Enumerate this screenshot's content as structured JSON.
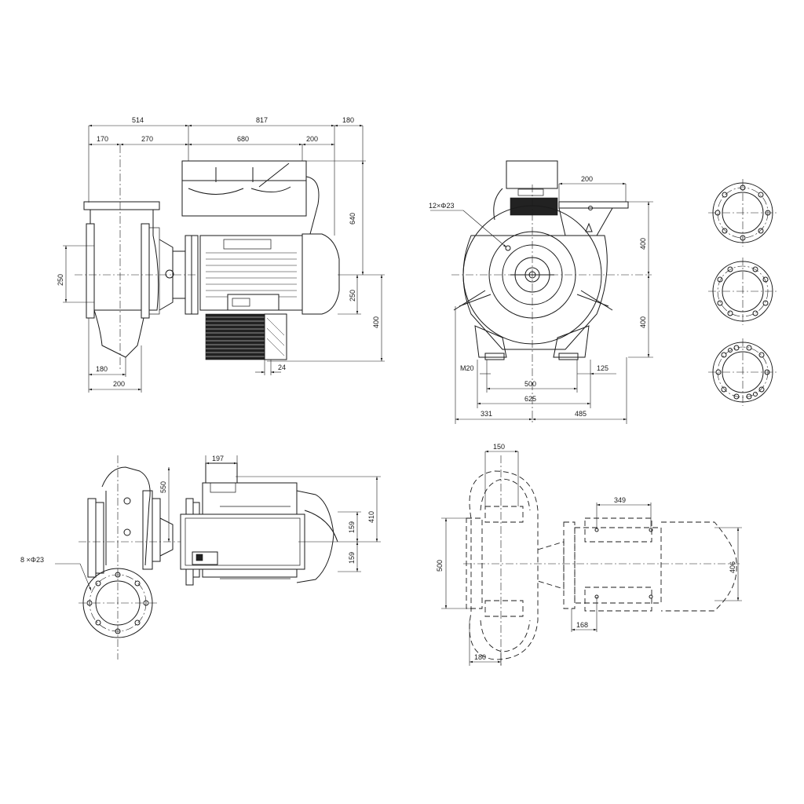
{
  "dims": {
    "top_left": {
      "d514": "514",
      "d817": "817",
      "d180_top": "180",
      "d170": "170",
      "d270": "270",
      "d680": "680",
      "d200_top": "200",
      "d640": "640",
      "d250_right": "250",
      "d400_right": "400",
      "d250_left": "250",
      "d180_bottom": "180",
      "d200_bottom": "200",
      "d24": "24"
    },
    "top_right": {
      "holes": "12×Φ23",
      "d200": "200",
      "d400_upper": "400",
      "d400_lower": "400",
      "thread": "M20",
      "d125": "125",
      "d500": "500",
      "d625": "625",
      "d331": "331",
      "d485": "485"
    },
    "bottom_left": {
      "d197": "197",
      "d550": "550",
      "d410": "410",
      "d159_upper": "159",
      "d159_lower": "159",
      "holes": "8 ×Φ23"
    },
    "bottom_right": {
      "d150": "150",
      "d349": "349",
      "d500": "500",
      "d406": "406",
      "d168": "168",
      "d180": "180"
    }
  }
}
